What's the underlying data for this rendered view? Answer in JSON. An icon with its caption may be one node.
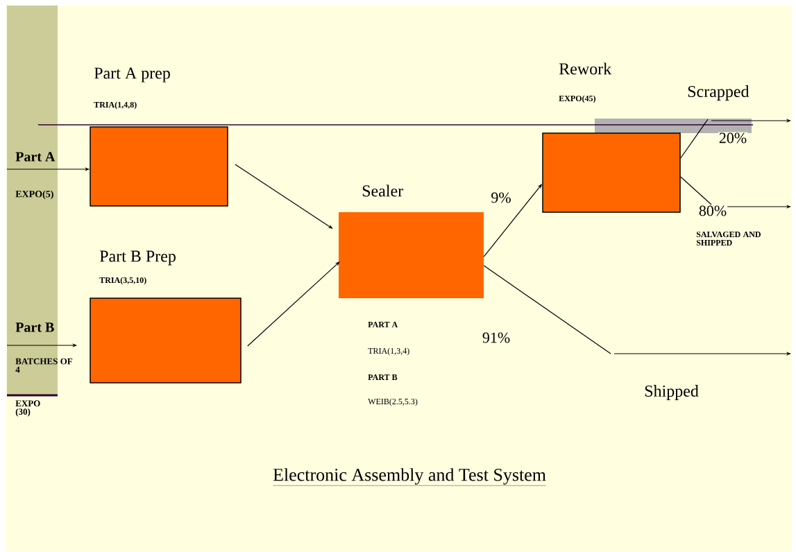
{
  "diagram": {
    "title": "Electronic Assembly and Test System",
    "nodes": [
      {
        "text": [
          "Part A prep",
          "TRIA(1,4,8)"
        ]
      },
      {
        "text": [
          "Part B Prep",
          "TRIA(3,5,10)"
        ]
      },
      {
        "text": [
          "Sealer"
        ],
        "beside": [
          "PART A",
          "TRIA(1,3,4)",
          "PART B",
          "WEIB(2.5,5.3)"
        ]
      },
      {
        "text": [
          "Rework",
          "EXPO(45)"
        ]
      }
    ],
    "edges": [
      {
        "from": null,
        "to": 0,
        "arrow": "to"
      },
      {
        "from": null,
        "to": 1,
        "arrow": "to"
      },
      {
        "from": 0,
        "to": 2,
        "arrow": "to"
      },
      {
        "from": 1,
        "to": 2,
        "arrow": "to"
      },
      {
        "from": 2,
        "to": 3,
        "arrow": "to",
        "label": "9%"
      },
      {
        "from": 2,
        "to": null,
        "arrow": "to",
        "label": "91%"
      },
      {
        "from": 3,
        "to": null,
        "arrow": "to",
        "label": "20%"
      },
      {
        "from": 3,
        "to": null,
        "arrow": "to",
        "label": "80%"
      }
    ],
    "labels": [
      "Part A",
      "EXPO(5)",
      "Part B",
      "BATCHES OF 4",
      "EXPO (30)",
      "Scrapped",
      "SALVAGED AND SHIPPED",
      "Shipped"
    ]
  }
}
